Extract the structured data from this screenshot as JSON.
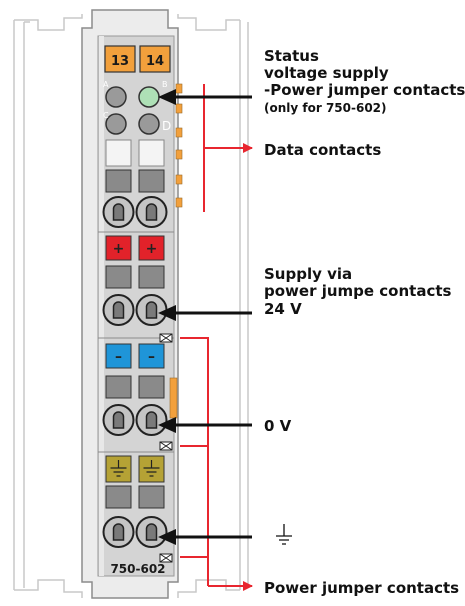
{
  "module": {
    "code": "750-602",
    "terminal_numbers": [
      "13",
      "14"
    ],
    "led_marks": [
      "A",
      "B",
      "C",
      "D"
    ],
    "terminal_signs": {
      "plus": "+",
      "minus": "–"
    }
  },
  "labels": {
    "status_l1": "Status",
    "status_l2": "voltage supply",
    "status_l3": "-Power jumper contacts",
    "status_l4": "(only for 750-602)",
    "data_contacts": "Data contacts",
    "supply_l1": "Supply via",
    "supply_l2": "power jumpe contacts",
    "supply_l3": "24 V",
    "zero_v": "0 V",
    "power_jumper_contacts": "Power jumper contacts"
  },
  "colors": {
    "terminal_orange": "#f2a03c",
    "terminal_red": "#e2222a",
    "terminal_blue": "#1f95d8",
    "terminal_ground": "#b5a235",
    "led_green": "#aee0b6",
    "arrow_red": "#e8262f",
    "arrow_black": "#111111",
    "housing_gray": "#d4d4d4"
  },
  "icons": [
    "ground-symbol-icon",
    "ground-symbol-icon",
    "ground-symbol-icon",
    "ground-symbol-icon"
  ]
}
